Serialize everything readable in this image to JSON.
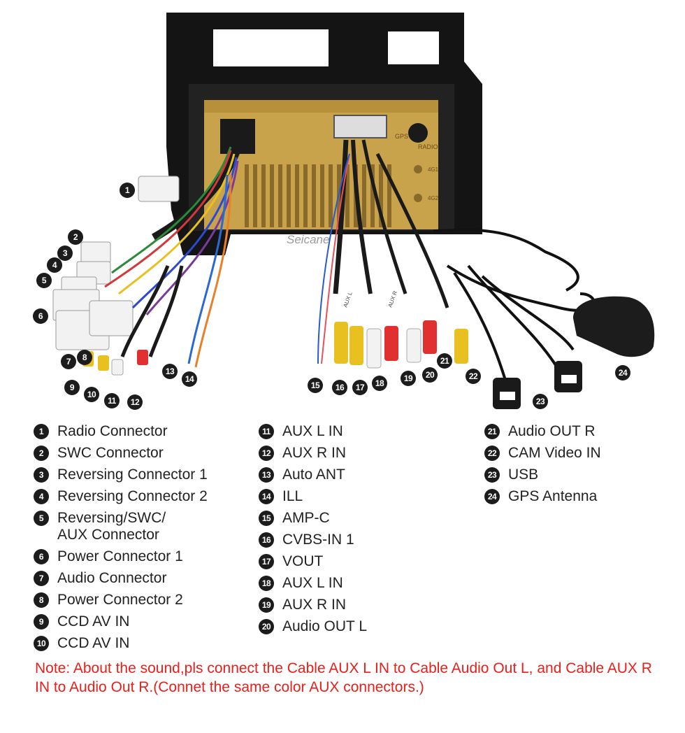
{
  "watermark": "Seicane",
  "panel_labels": {
    "gps": "GPS",
    "radio": "RADIO",
    "port_a": "4G1",
    "port_b": "4G2",
    "tag_a": "AUX L",
    "tag_b": "AUX R"
  },
  "callouts": [
    "1",
    "2",
    "3",
    "4",
    "5",
    "6",
    "7",
    "8",
    "9",
    "10",
    "11",
    "12",
    "13",
    "14",
    "15",
    "16",
    "17",
    "18",
    "19",
    "20",
    "21",
    "22",
    "23",
    "24"
  ],
  "legend": [
    [
      {
        "num": "1",
        "label": "Radio Connector"
      },
      {
        "num": "2",
        "label": "SWC Connector"
      },
      {
        "num": "3",
        "label": "Reversing Connector 1"
      },
      {
        "num": "4",
        "label": "Reversing Connector 2"
      },
      {
        "num": "5",
        "label": "Reversing/SWC/\nAUX Connector"
      },
      {
        "num": "6",
        "label": "Power Connector 1"
      },
      {
        "num": "7",
        "label": "Audio Connector"
      },
      {
        "num": "8",
        "label": "Power Connector 2"
      },
      {
        "num": "9",
        "label": "CCD AV IN"
      },
      {
        "num": "10",
        "label": "CCD AV IN"
      }
    ],
    [
      {
        "num": "11",
        "label": "AUX L IN"
      },
      {
        "num": "12",
        "label": "AUX R IN"
      },
      {
        "num": "13",
        "label": "Auto ANT"
      },
      {
        "num": "14",
        "label": "ILL"
      },
      {
        "num": "15",
        "label": "AMP-C"
      },
      {
        "num": "16",
        "label": "CVBS-IN 1"
      },
      {
        "num": "17",
        "label": "VOUT"
      },
      {
        "num": "18",
        "label": "AUX L IN"
      },
      {
        "num": "19",
        "label": "AUX R IN"
      },
      {
        "num": "20",
        "label": "Audio OUT L"
      }
    ],
    [
      {
        "num": "21",
        "label": "Audio OUT R"
      },
      {
        "num": "22",
        "label": "CAM Video IN"
      },
      {
        "num": "23",
        "label": "USB"
      },
      {
        "num": "24",
        "label": "GPS Antenna"
      }
    ]
  ],
  "note": "Note: About the sound,pls connect the Cable AUX L IN to Cable Audio Out L, and Cable AUX R IN to  Audio Out R.(Connet the same color AUX connectors.)"
}
